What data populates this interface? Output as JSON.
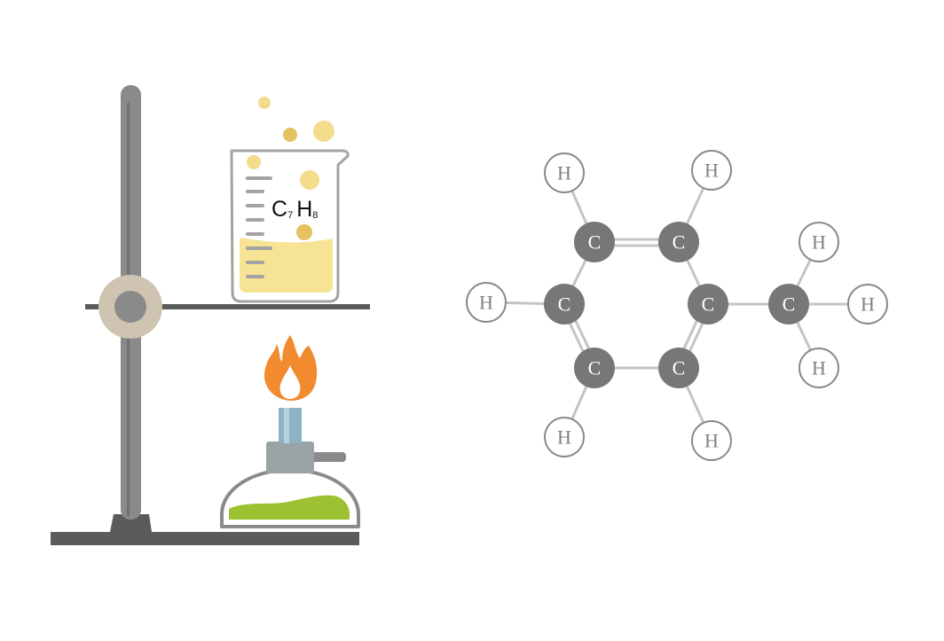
{
  "formula": {
    "c": "C",
    "c_sub": "7",
    "h": "H",
    "h_sub": "8"
  },
  "atoms": {
    "carbon_label": "C",
    "hydrogen_label": "H"
  },
  "colors": {
    "stand": "#8a8a8a",
    "stand_dark": "#5a5c5c",
    "clamp_ring": "#cfc4b1",
    "beaker_outline": "#a3a3a3",
    "liquid_beaker": "#f6e394",
    "bubble_light": "#f3dc8c",
    "bubble_dark": "#e3c25f",
    "flame_outer": "#f28a2e",
    "flame_inner": "#ffffff",
    "burner_body": "#9aa3a6",
    "burner_tube": "#8db3c3",
    "liquid_burner": "#9cc131",
    "carbon": "#777777",
    "hydrogen_stroke": "#8a8a8a",
    "bond": "#c4c4c4"
  },
  "icons": [
    "lab-stand-icon",
    "beaker-icon",
    "flame-icon",
    "bunsen-burner-icon",
    "molecule-icon"
  ]
}
